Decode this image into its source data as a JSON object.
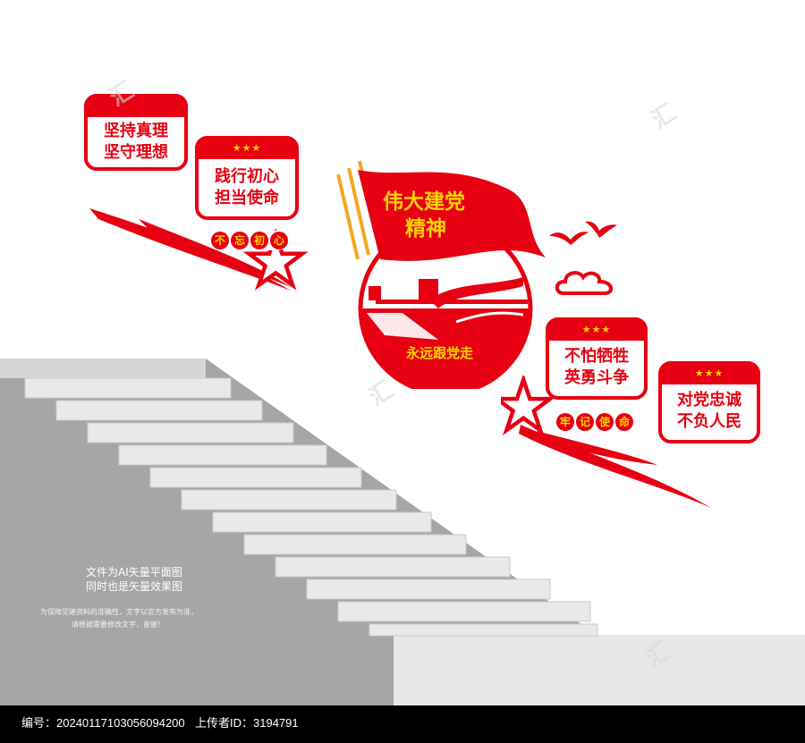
{
  "panels": {
    "p1": {
      "line1": "坚持真理",
      "line2": "坚守理想"
    },
    "p2": {
      "stars": "★★★",
      "line1": "践行初心",
      "line2": "担当使命"
    },
    "p3": {
      "stars": "★★★",
      "line1": "不怕牺牲",
      "line2": "英勇斗争"
    },
    "p4": {
      "stars": "★★★",
      "line1": "对党忠诚",
      "line2": "不负人民"
    }
  },
  "seals": {
    "left": [
      "不",
      "忘",
      "初",
      "心"
    ],
    "right": [
      "牢",
      "记",
      "使",
      "命"
    ]
  },
  "center": {
    "title1": "伟大建党",
    "title2": "精神",
    "slogan": "永远跟党走"
  },
  "notes": {
    "line1": "文件为AI矢量平面图",
    "line2": "同时也是矢量效果图",
    "small1": "为保障党建资料的准确性，文字以官方发布为准，",
    "small2": "请根据需要修改文字，谢谢！"
  },
  "footer": {
    "id_label": "编号：20240117103056094200",
    "uploader_label": "上传者ID：3194791"
  },
  "colors": {
    "red": "#e60012",
    "gold": "#ffd200",
    "stair": "#a9a9a9"
  }
}
